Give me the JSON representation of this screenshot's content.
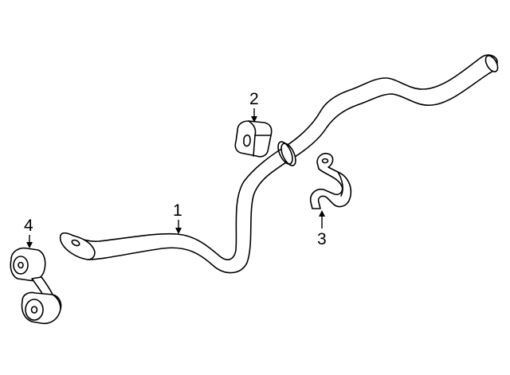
{
  "callouts": [
    {
      "id": "1",
      "label": "1",
      "part": "stabilizer-bar"
    },
    {
      "id": "2",
      "label": "2",
      "part": "bushing"
    },
    {
      "id": "3",
      "label": "3",
      "part": "bracket"
    },
    {
      "id": "4",
      "label": "4",
      "part": "stabilizer-link"
    }
  ],
  "colors": {
    "background": "#ffffff",
    "line": "#000000"
  }
}
